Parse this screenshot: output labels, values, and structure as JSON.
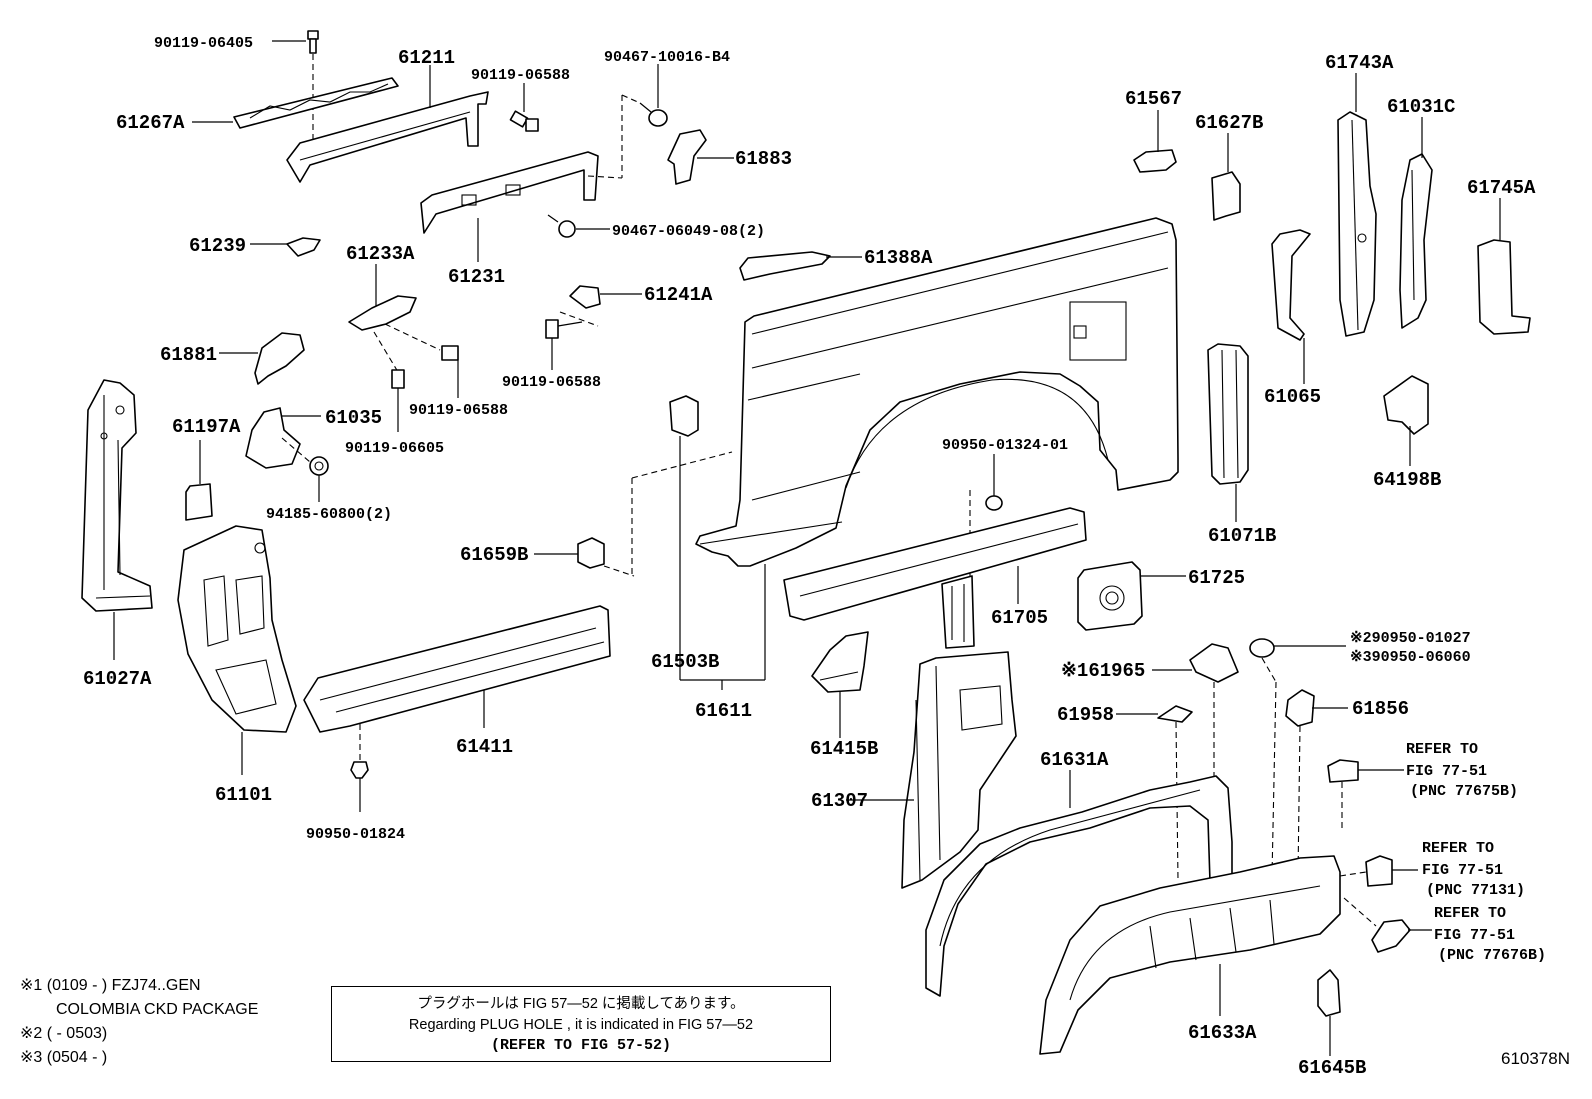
{
  "labels": {
    "p90119_06405": "90119-06405",
    "p61211": "61211",
    "p90119_06588_a": "90119-06588",
    "p90467_10016_b4": "90467-10016-B4",
    "p61267a": "61267A",
    "p61883": "61883",
    "p90467_06049_08": "90467-06049-08(2)",
    "p61239": "61239",
    "p61233a": "61233A",
    "p61231": "61231",
    "p61388a": "61388A",
    "p61241a": "61241A",
    "p90119_06588_b": "90119-06588",
    "p61881": "61881",
    "p90119_06588_c": "90119-06588",
    "p61197a": "61197A",
    "p61035": "61035",
    "p90119_06605": "90119-06605",
    "p94185_60800": "94185-60800(2)",
    "p61027a": "61027A",
    "p61101": "61101",
    "p61411": "61411",
    "p90950_01824": "90950-01824",
    "p61659b": "61659B",
    "p61503b": "61503B",
    "p61611": "61611",
    "p61567": "61567",
    "p61627b": "61627B",
    "p61743a": "61743A",
    "p61031c": "61031C",
    "p61745a": "61745A",
    "p61065": "61065",
    "p64198b": "64198B",
    "p61071b": "61071B",
    "p90950_01324_01": "90950-01324-01",
    "p61725": "61725",
    "p61705": "61705",
    "p61965": "※161965",
    "p61958": "61958",
    "p61415b": "61415B",
    "p61307": "61307",
    "p61631a": "61631A",
    "p90950_01027": "※290950-01027",
    "p90950_06060": "※390950-06060",
    "p61856": "61856",
    "p61633a": "61633A",
    "p61645b": "61645B"
  },
  "refers": [
    {
      "line1": "REFER TO",
      "line2": "FIG 77-51",
      "line3": "(PNC 77675B)"
    },
    {
      "line1": "REFER TO",
      "line2": "FIG 77-51",
      "line3": "(PNC 77131)"
    },
    {
      "line1": "REFER TO",
      "line2": "FIG 77-51",
      "line3": "(PNC 77676B)"
    }
  ],
  "notes": {
    "n1a": "※1 (0109 -      ) FZJ74..GEN",
    "n1b": "COLOMBIA CKD PACKAGE",
    "n2": "※2 (        - 0503)",
    "n3": "※3 (0504 -        )"
  },
  "plug_box": {
    "line1": "プラグホールは FIG 57—52 に掲載してあります。",
    "line2": "Regarding  PLUG  HOLE , it is indicated in  FIG  57—52",
    "line3": "(REFER TO FIG 57-52)"
  },
  "figure_id": "610378N"
}
